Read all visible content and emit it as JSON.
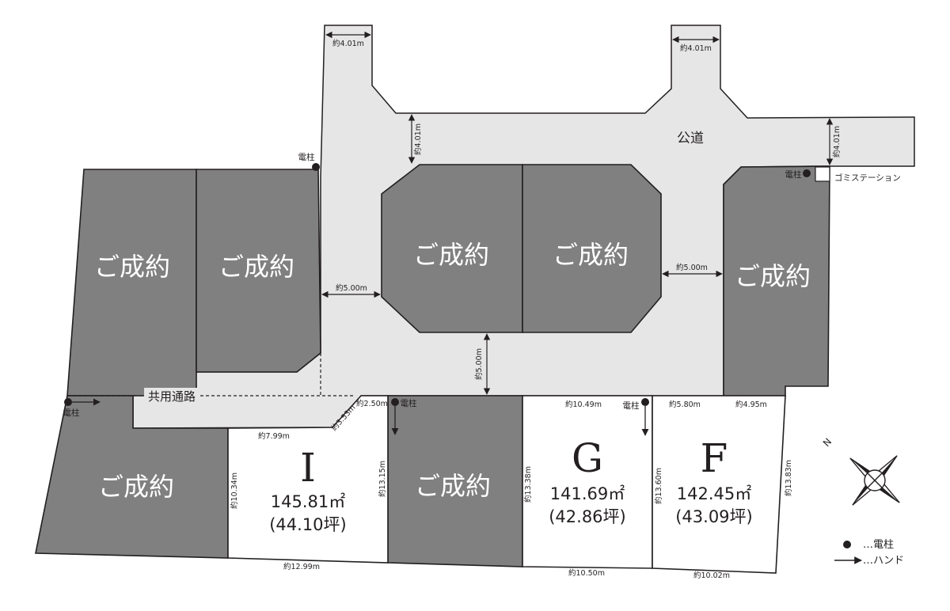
{
  "road": {
    "label": "公道",
    "shared_path_label": "共用通路"
  },
  "sold_label": "ご成約",
  "lots": [
    {
      "id": "I",
      "area_m2": "145.81㎡",
      "area_tsubo": "(44.10坪)"
    },
    {
      "id": "G",
      "area_m2": "141.69㎡",
      "area_tsubo": "(42.86坪)"
    },
    {
      "id": "F",
      "area_m2": "142.45㎡",
      "area_tsubo": "(43.09坪)"
    }
  ],
  "dimensions": {
    "road_left_width": "約4.01m",
    "road_right_width": "約4.01m",
    "road_inner_width": "約4.01m",
    "road_east_width": "約4.01m",
    "road_west_5": "約5.00m",
    "road_east_5": "約5.00m",
    "road_south_5": "約5.00m",
    "i_top": "約7.99m",
    "i_corner_a": "約2.50m",
    "i_corner_b": "約3.53m",
    "i_left": "約10.34m",
    "i_right": "約13.15m",
    "bottom_left": "約12.99m",
    "g_top": "約10.49m",
    "g_left": "約13.38m",
    "g_bottom": "約10.50m",
    "f_top_a": "約5.80m",
    "f_top_b": "約4.95m",
    "f_left": "約13.60m",
    "f_right": "約13.83m",
    "f_bottom": "約10.02m"
  },
  "markers": {
    "utility_pole": "電柱",
    "garbage_station": "ゴミステーション"
  },
  "legend": {
    "pole_desc": "…電柱",
    "hand_desc": "…ハンド"
  },
  "compass": {
    "north": "N"
  }
}
